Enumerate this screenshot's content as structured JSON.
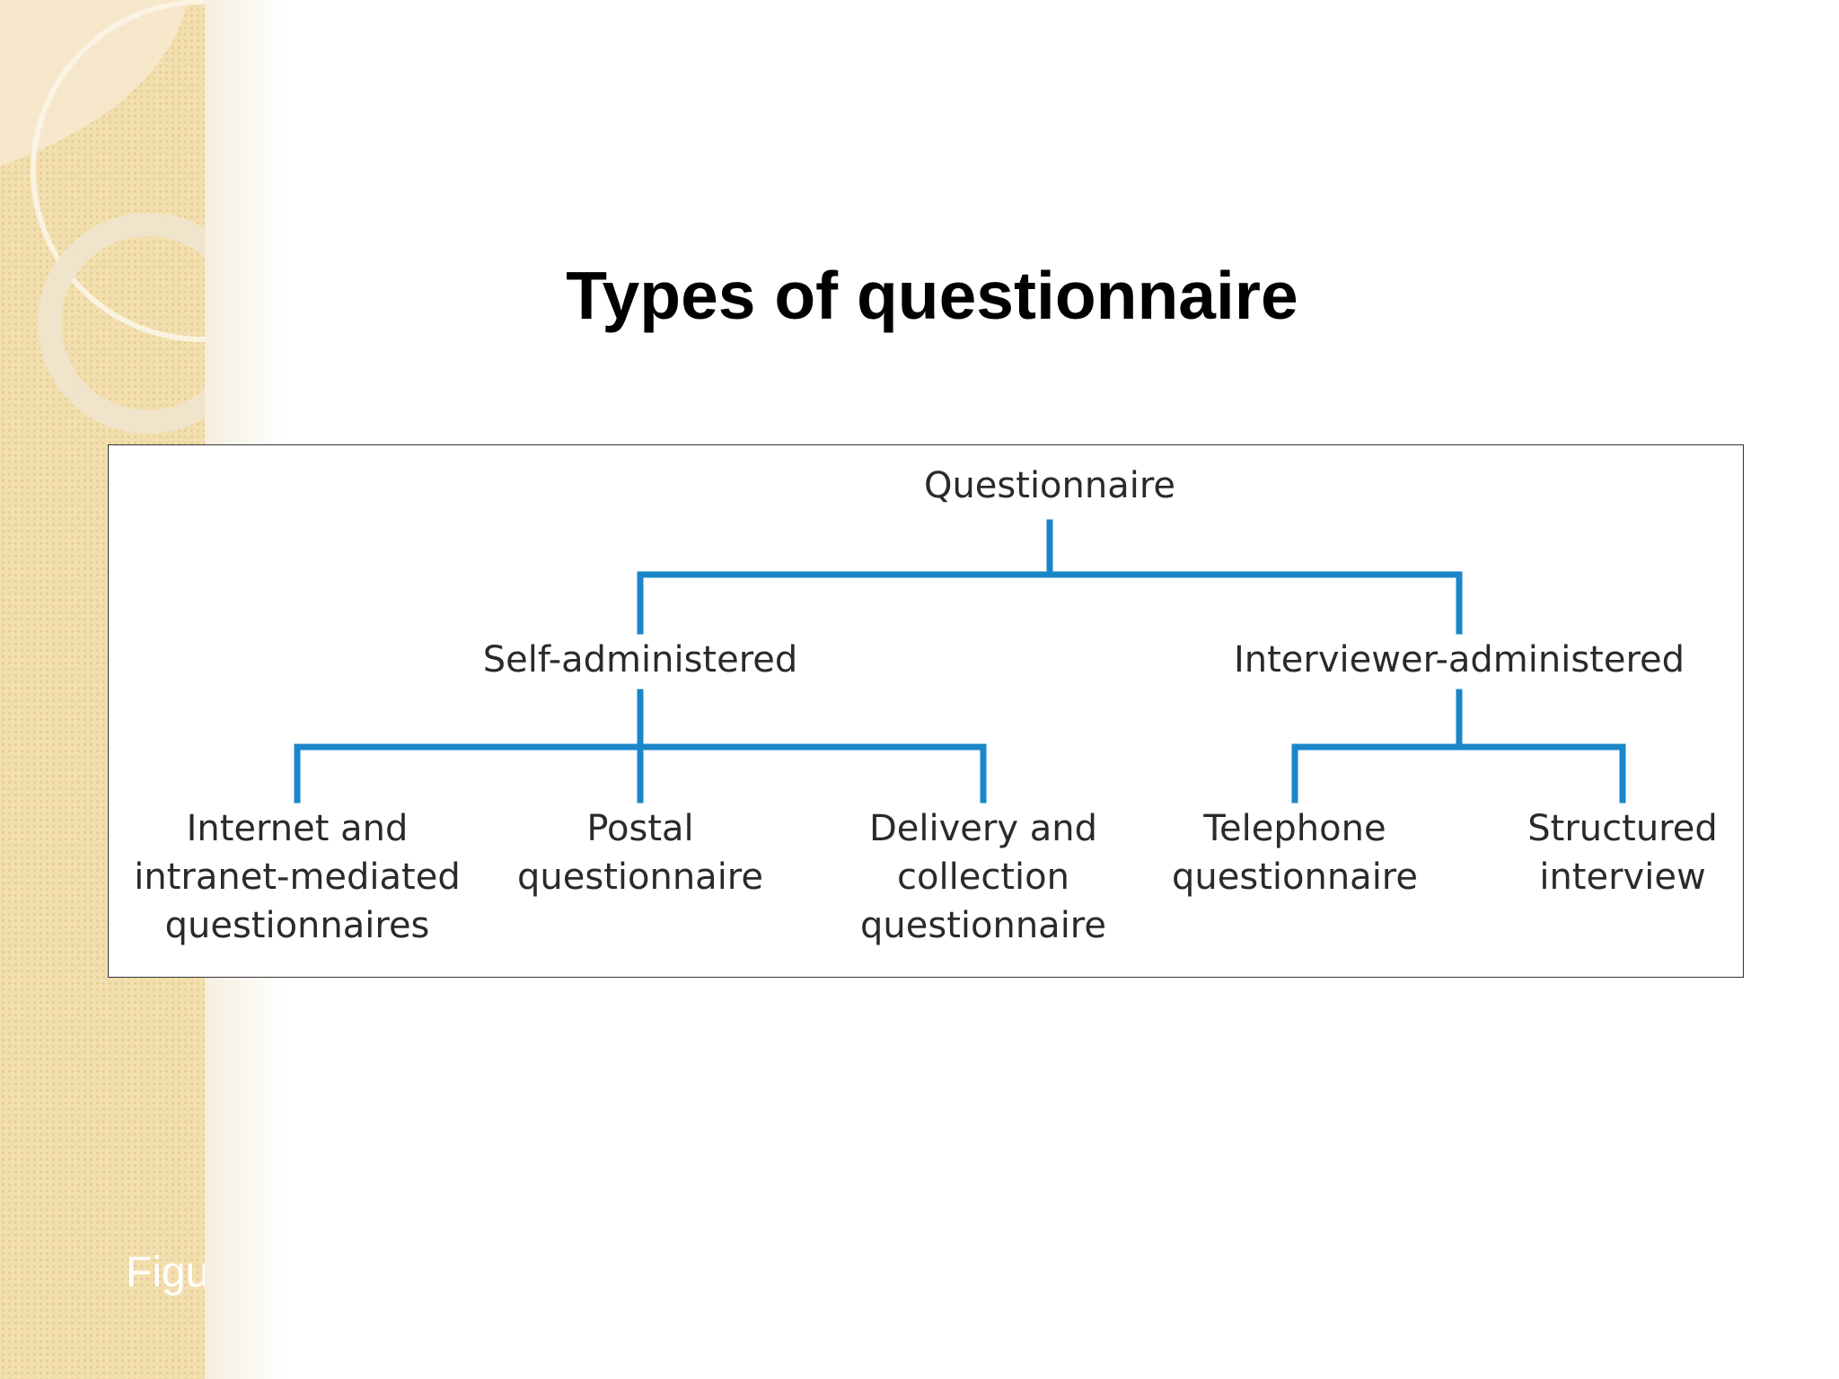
{
  "slide": {
    "title": "Types of questionnaire",
    "footer_text": "Figu"
  },
  "diagram": {
    "root": "Questionnaire",
    "branches": [
      {
        "label": "Self-administered",
        "children": [
          {
            "lines": [
              "Internet and",
              "intranet-mediated",
              "questionnaires"
            ]
          },
          {
            "lines": [
              "Postal",
              "questionnaire"
            ]
          },
          {
            "lines": [
              "Delivery and",
              "collection",
              "questionnaire"
            ]
          }
        ]
      },
      {
        "label": "Interviewer-administered",
        "children": [
          {
            "lines": [
              "Telephone",
              "questionnaire"
            ]
          },
          {
            "lines": [
              "Structured",
              "interview"
            ]
          }
        ]
      }
    ],
    "connector_color": "#1a86c8"
  },
  "theme": {
    "sidebar_color": "#f3dfae"
  }
}
